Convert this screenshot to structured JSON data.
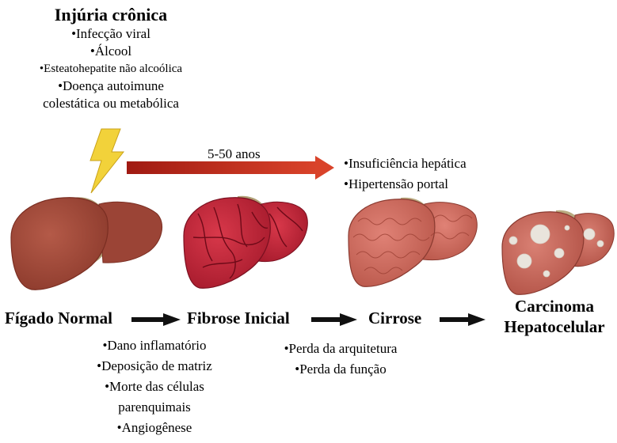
{
  "injury": {
    "title": "Injúria crônica",
    "causes": [
      "•Infecção viral",
      "•Álcool",
      "•Esteatohepatite não alcoólica",
      "•Doença autoimune",
      "colestática ou metabólica"
    ]
  },
  "timeline": {
    "label": "5-50 anos",
    "arrow_color": "#c0301c"
  },
  "cirrhosis_consequences": [
    "•Insuficiência hepática",
    "•Hipertensão portal"
  ],
  "stages": [
    {
      "name": "Fígado Normal",
      "color": "#a8493a"
    },
    {
      "name": "Fibrose Inicial",
      "color": "#c9263a"
    },
    {
      "name": "Cirrose",
      "color": "#cf6a5c"
    },
    {
      "name": "Carcinoma",
      "name2": "Hepatocelular",
      "color": "#c86a5c"
    }
  ],
  "fibrosis_notes": [
    "•Dano inflamatório",
    "•Deposição de matriz",
    "•Morte das células",
    "parenquimais",
    "•Angiogênese"
  ],
  "cirrhosis_notes": [
    "•Perda da arquitetura",
    "•Perda da função"
  ]
}
